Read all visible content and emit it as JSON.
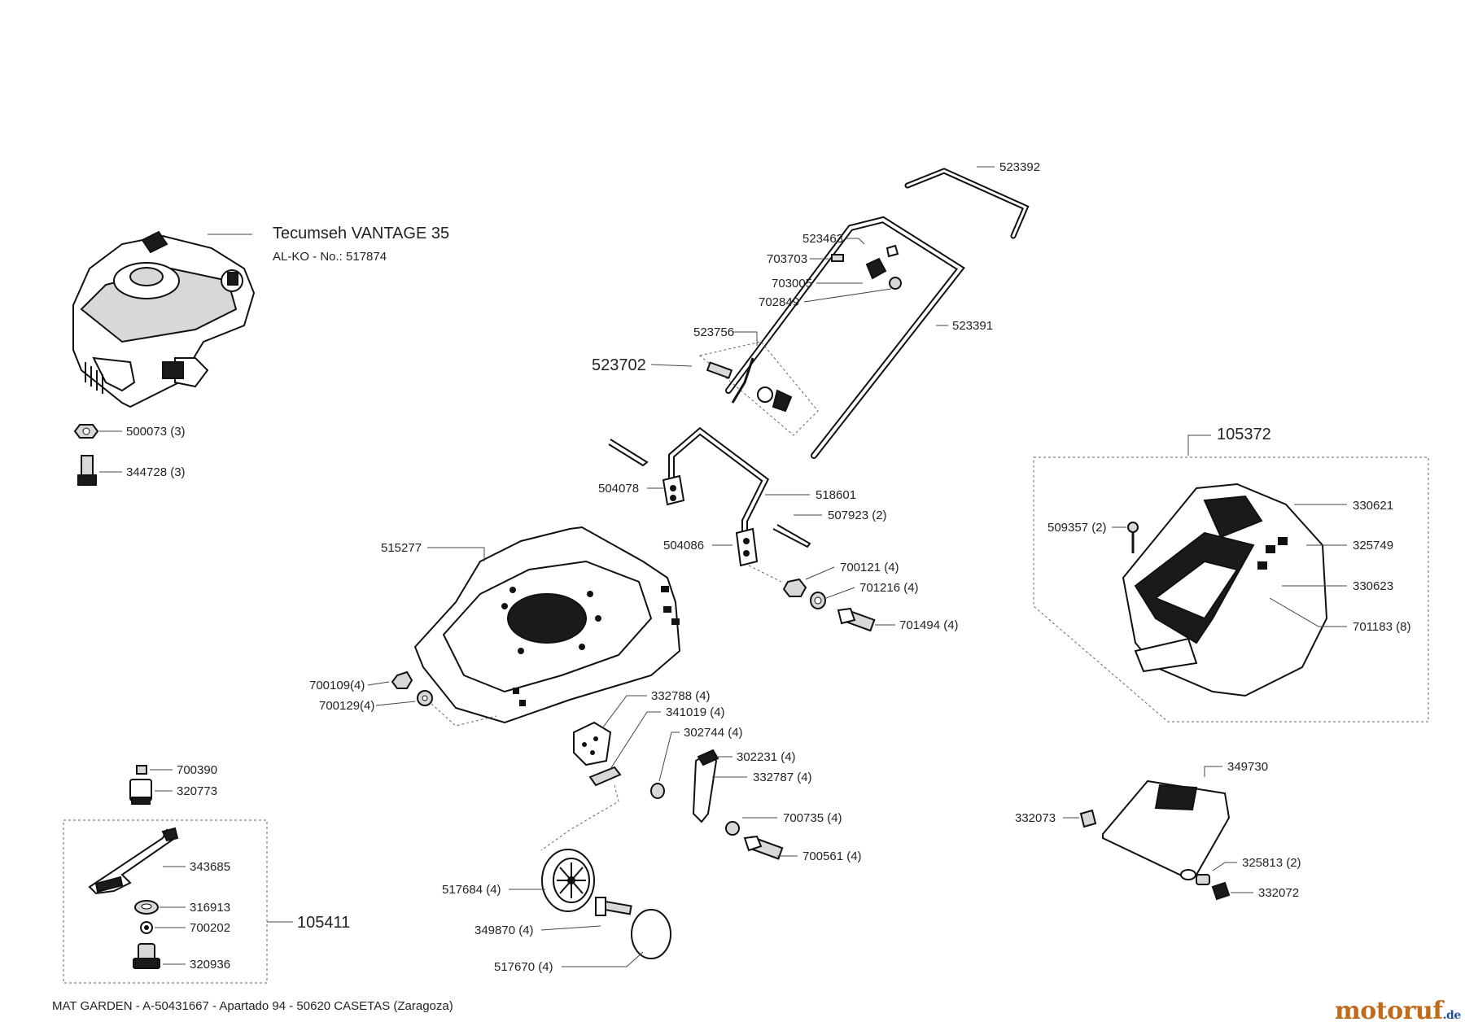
{
  "engine": {
    "name": "Tecumseh VANTAGE 35",
    "alko_no": "AL-KO - No.: 517874"
  },
  "labels": {
    "p523392": "523392",
    "p523463": "523463",
    "p703703": "703703",
    "p703005": "703005",
    "p702849": "702849",
    "p523391": "523391",
    "p523756": "523756",
    "p523702": "523702",
    "p504078": "504078",
    "p518601": "518601",
    "p507923": "507923 (2)",
    "p504086": "504086",
    "p700121": "700121 (4)",
    "p701216": "701216 (4)",
    "p701494": "701494 (4)",
    "p515277": "515277",
    "p700109": "700109(4)",
    "p700129": "700129(4)",
    "p332788": "332788 (4)",
    "p341019": "341019 (4)",
    "p302744": "302744 (4)",
    "p302231": "302231 (4)",
    "p332787": "332787 (4)",
    "p700735": "700735 (4)",
    "p700561": "700561 (4)",
    "p517684": "517684 (4)",
    "p349870": "349870 (4)",
    "p517670": "517670 (4)",
    "p500073": "500073 (3)",
    "p344728": "344728 (3)",
    "p700390": "700390",
    "p320773": "320773",
    "p343685": "343685",
    "p316913": "316913",
    "p700202": "700202",
    "p320936": "320936",
    "p105411": "105411",
    "p105372": "105372",
    "p509357": "509357 (2)",
    "p330621": "330621",
    "p325749": "325749",
    "p330623": "330623",
    "p701183": "701183 (8)",
    "p349730": "349730",
    "p332073": "332073",
    "p325813": "325813 (2)",
    "p332072": "332072"
  },
  "footer": "MAT GARDEN - A-50431667 - Apartado 94 - 50620 CASETAS (Zaragoza)",
  "logo": {
    "main": "motoruf",
    "suffix": ".de"
  }
}
